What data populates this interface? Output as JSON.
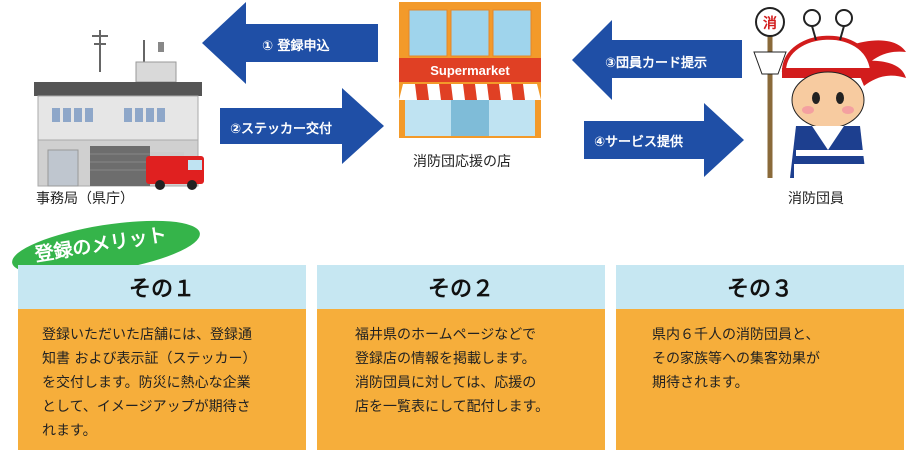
{
  "nodes": {
    "office": "事務局（県庁）",
    "store": "消防団応援の店",
    "member": "消防団員",
    "store_sign": "Supermarket",
    "helmet_char": "消"
  },
  "arrows": {
    "a1": "① 登録申込",
    "a2": "②ステッカー交付",
    "a3": "③団員カード提示",
    "a4": "④サービス提供"
  },
  "badge": "登録のメリット",
  "panels": [
    {
      "title": "その１",
      "lines": [
        "登録いただいた店舗には、登録通",
        "知書 および表示証（ステッカー）",
        "を交付します。防災に熱心な企業",
        "として、イメージアップが期待さ",
        "れます。"
      ]
    },
    {
      "title": "その２",
      "lines": [
        "福井県のホームページなどで",
        "登録店の情報を掲載します。",
        "消防団員に対しては、応援の",
        "店を一覧表にして配付します。"
      ]
    },
    {
      "title": "その３",
      "lines": [
        "県内６千人の消防団員と、",
        "その家族等への集客効果が",
        "期待されます。"
      ]
    }
  ],
  "colors": {
    "arrow": "#1f4fa6",
    "panel_head": "#c6e7f2",
    "panel_body": "#f6ae3b",
    "badge": "#35b44a"
  }
}
